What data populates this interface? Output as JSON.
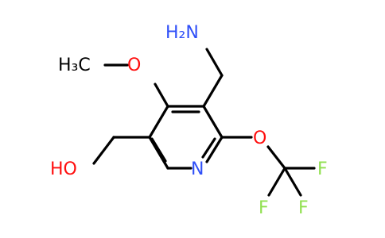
{
  "molecule": {
    "atoms": {
      "amine": "H₂N",
      "methyl": "H₃C",
      "methoxy_oxygen": "O",
      "hydroxyl": "HO",
      "ring_nitrogen": "N",
      "ether_oxygen": "O",
      "fluorine_1": "F",
      "fluorine_2": "F",
      "fluorine_3": "F"
    }
  }
}
